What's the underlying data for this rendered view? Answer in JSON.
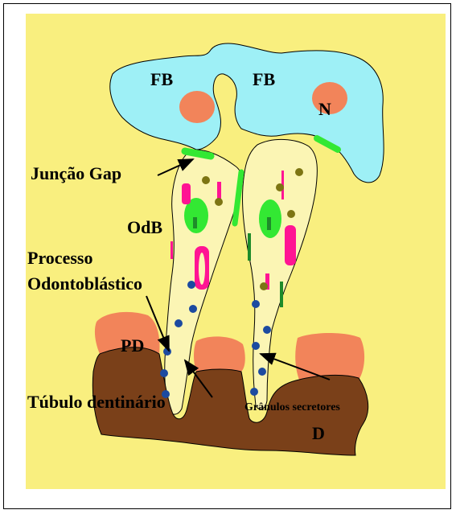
{
  "labels": {
    "fb_left": "FB",
    "fb_right": "FB",
    "nucleus": "N",
    "gap_junction": "Junção Gap",
    "odb": "OdB",
    "process_line1": "Processo",
    "process_line2": "Odontoblástico",
    "pd": "PD",
    "dentin_tubule": "Túbulo dentinário",
    "secretory_granules": "Grânulos secretores",
    "dentin": "D"
  },
  "colors": {
    "background": "#f9ef7f",
    "fibroblast": "#9ef0f6",
    "nucleus": "#f2845a",
    "odontoblast": "#fbf5b4",
    "dentin": "#7a4019",
    "predentin": "#f2845a",
    "gap_junction": "#33e833",
    "granule": "#1c4aa0",
    "olive_dot": "#7d7513",
    "magenta": "#ff1493",
    "dark_green": "#1e8b2a"
  }
}
